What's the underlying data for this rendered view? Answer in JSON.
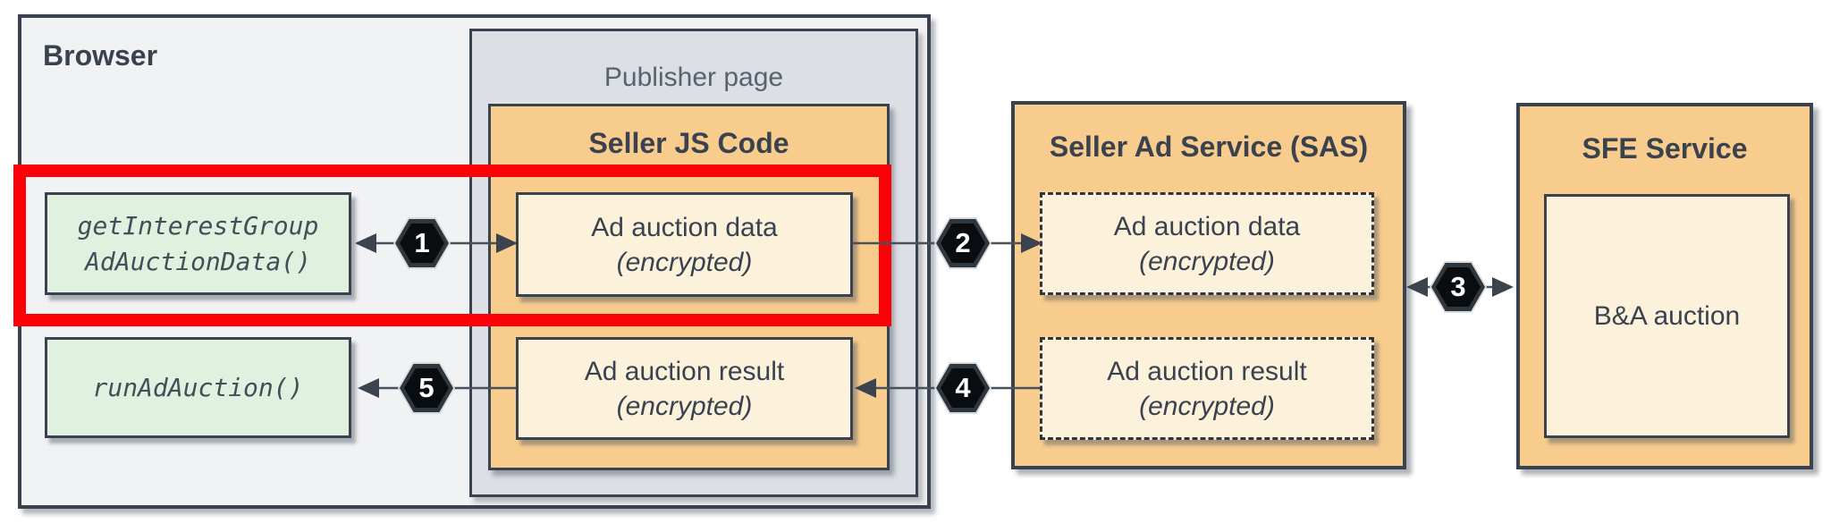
{
  "diagram": {
    "title_context": "Ad auction flow with Bidding & Auction services",
    "browser": {
      "label": "Browser"
    },
    "publisher_page": {
      "label": "Publisher page"
    },
    "seller_js": {
      "label": "Seller JS Code",
      "ad_auction_data": {
        "title": "Ad auction data",
        "subtitle": "(encrypted)"
      },
      "ad_auction_result": {
        "title": "Ad auction result",
        "subtitle": "(encrypted)"
      }
    },
    "browser_apis": {
      "get_interest_group_ad_auction_data": {
        "line1": "getInterestGroup",
        "line2": "AdAuctionData()"
      },
      "run_ad_auction": {
        "label": "runAdAuction()"
      }
    },
    "sas": {
      "label": "Seller Ad Service (SAS)",
      "ad_auction_data": {
        "title": "Ad auction data",
        "subtitle": "(encrypted)"
      },
      "ad_auction_result": {
        "title": "Ad auction result",
        "subtitle": "(encrypted)"
      }
    },
    "sfe": {
      "label": "SFE Service",
      "ba_auction": {
        "label": "B&A auction"
      }
    },
    "steps": {
      "s1": "1",
      "s2": "2",
      "s3": "3",
      "s4": "4",
      "s5": "5"
    },
    "colors": {
      "highlight_red": "#FA0207",
      "service_orange": "#F8CC8D",
      "payload_cream": "#FCF2DC",
      "api_green": "#E0F2DF",
      "browser_gray": "#F1F2F4",
      "publisher_gray": "#DCE0E5",
      "border_dark": "#39424E",
      "badge_black": "#0A0D10"
    }
  }
}
